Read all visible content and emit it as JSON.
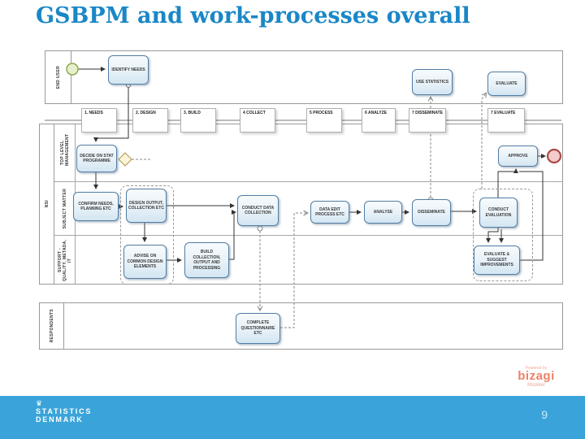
{
  "title": "GSBPM and work-processes overall",
  "lanes": {
    "end_user": "END USER",
    "nsi": "NSI",
    "top_level_management": "TOP LEVEL MANAGEMENT",
    "subject_matter": "SUBJECT MATTER",
    "support": "SUPPORT - QUALITY, METADA, IT",
    "respondents": "RESPONDENTS"
  },
  "phases": [
    "1. NEEDS",
    "2. DESIGN",
    "3. BUILD",
    "4 COLLECT",
    "5 PROCESS",
    "6 ANALYZE",
    "7 DISSEMINATE",
    "7 EVALUATE"
  ],
  "tasks": {
    "identify_needs": "IDENTIFY NEEDS",
    "use_statistics": "USE STATISTICS",
    "evaluate": "EVALUATE",
    "decide_on_stat": "DECIDE ON STAT PROGRAMME",
    "approve": "APPROVE",
    "confirm_needs": "CONFIRM NEEDS, PLANNING ETC",
    "design_output": "DESIGN OUTPUT, COLLECTION ETC",
    "conduct_data_collection": "CONDUCT DATA COLLECTION",
    "data_edit": "DATA EDIT PROCESS ETC",
    "analyse": "ANALYSE",
    "disseminate": "DISSEMINATE",
    "conduct_evaluation": "CONDUCT EVALUATION",
    "advise_design": "ADVISE ON COMMON DESIGN ELEMENTS",
    "build_collection": "BUILD COLLECTION, OUTPUT AND PROCESSING",
    "evaluate_suggest": "EVALUATE & SUGGEST IMPROVEMENTS",
    "complete_questionnaire": "COMPLETE QUESTIONNAIRE ETC"
  },
  "footer": {
    "org_line1": "STATISTICS",
    "org_line2": "DENMARK",
    "page_number": "9"
  },
  "bizagi": {
    "powered_by": "Powered by",
    "brand": "bizagi",
    "product": "Modeler"
  },
  "colors": {
    "title_blue": "#1a87c6",
    "footer_blue": "#3aa4da",
    "bizagi_orange": "#ee8168",
    "task_border_blue": "#527ea3",
    "start_event_green": "#8fa953",
    "end_event_red": "#a84a4a"
  }
}
